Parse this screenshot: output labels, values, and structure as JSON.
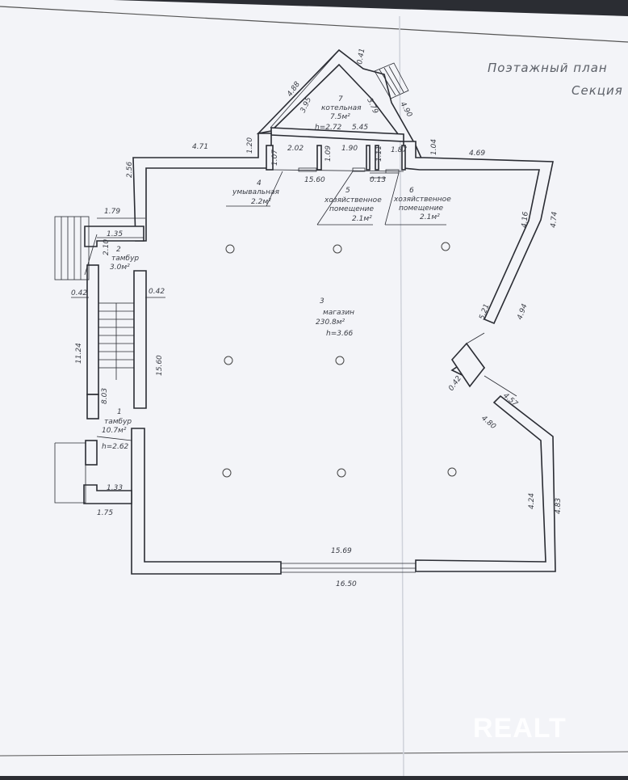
{
  "header": {
    "title_line1": "Поэтажный план",
    "title_line2": "Секция"
  },
  "rooms": [
    {
      "num": "7",
      "name": "котельная",
      "area": "7.5м²",
      "height": "h=2.72"
    },
    {
      "num": "4",
      "name": "умывальная",
      "area": "2.2м²"
    },
    {
      "num": "5",
      "name": "хозяйственное",
      "name2": "помещение",
      "area": "2.1м²"
    },
    {
      "num": "6",
      "name": "хозяйственное",
      "name2": "помещение",
      "area": "2.1м²"
    },
    {
      "num": "2",
      "name": "тамбур",
      "area": "3.0м²"
    },
    {
      "num": "3",
      "name": "магазин",
      "area": "230.8м²",
      "height": "h=3.66"
    },
    {
      "num": "1",
      "name": "тамбур",
      "area": "10.7м²",
      "height": "h=2.62"
    }
  ],
  "dimensions": {
    "d_488": "4.88",
    "d_041": "0.41",
    "d_395": "3.95",
    "d_379": "3.79",
    "d_490": "4.90",
    "d_545": "5.45",
    "d_471": "4.71",
    "d_120": "1.20",
    "d_107": "1.07",
    "d_202": "2.02",
    "d_109": "1.09",
    "d_190": "1.90",
    "d_111": "1.11",
    "d_187": "1.87",
    "d_104": "1.04",
    "d_469": "4.69",
    "d_256": "2.56",
    "d_1560a": "15.60",
    "d_013": "0.13",
    "d_416": "4.16",
    "d_474": "4.74",
    "d_179": "1.79",
    "d_135": "1.35",
    "d_210": "2.10",
    "d_042a": "0.42",
    "d_042b": "0.42",
    "d_1124": "11.24",
    "d_1560b": "15.60",
    "d_521": "5.21",
    "d_494": "4.94",
    "d_042c": "0.42",
    "d_457": "4.57",
    "d_480": "4.80",
    "d_803": "8.03",
    "d_133": "1.33",
    "d_175": "1.75",
    "d_424": "4.24",
    "d_483": "4.83",
    "d_1569": "15.69",
    "d_1650": "16.50"
  },
  "watermark": "RealT",
  "colors": {
    "paper": "#f3f4f8",
    "ink": "#2a2c33",
    "background": "#2b2d33"
  }
}
